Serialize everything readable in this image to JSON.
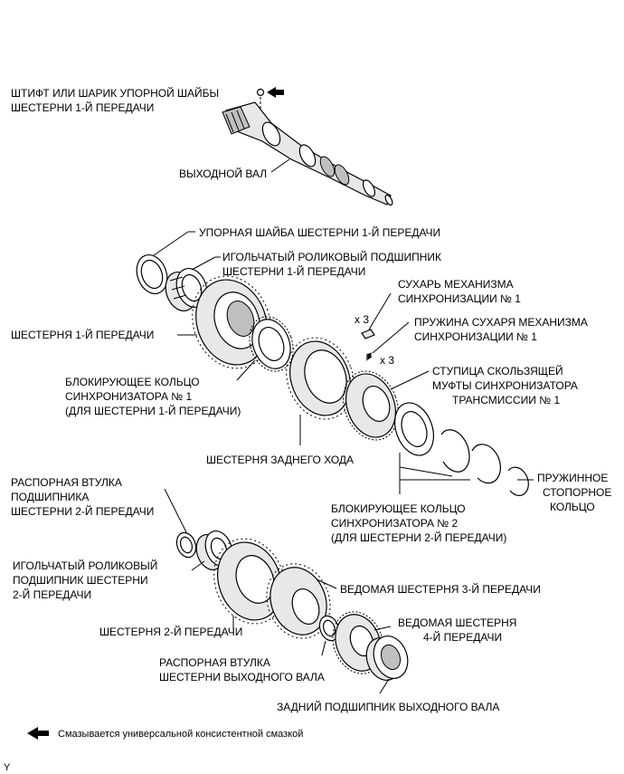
{
  "labels": {
    "pin_or_ball_line1": "ШТИФТ ИЛИ ШАРИК УПОРНОЙ ШАЙБЫ",
    "pin_or_ball_line2": "ШЕСТЕРНИ 1-Й ПЕРЕДАЧИ",
    "output_shaft": "ВЫХОДНОЙ ВАЛ",
    "thrust_washer": "УПОРНАЯ ШАЙБА ШЕСТЕРНИ 1-Й ПЕРЕДАЧИ",
    "needle_bearing_1_line1": "ИГОЛЬЧАТЫЙ РОЛИКОВЫЙ ПОДШИПНИК",
    "needle_bearing_1_line2": "ШЕСТЕРНИ 1-Й ПЕРЕДАЧИ",
    "key_line1": "СУХАРЬ МЕХАНИЗМА",
    "key_line2": "СИНХРОНИЗАЦИИ № 1",
    "key_qty": "x 3",
    "key_spring_line1": "ПРУЖИНА СУХАРЯ МЕХАНИЗМА",
    "key_spring_line2": "СИНХРОНИЗАЦИИ № 1",
    "key_spring_qty": "x 3",
    "gear_1": "ШЕСТЕРНЯ 1-Й ПЕРЕДАЧИ",
    "hub_line1": "СТУПИЦА СКОЛЬЗЯЩЕЙ",
    "hub_line2": "МУФТЫ СИНХРОНИЗАТОРА",
    "hub_line3": "ТРАНСМИССИИ № 1",
    "sync_ring_1_line1": "БЛОКИРУЮЩЕЕ КОЛЬЦО",
    "sync_ring_1_line2": "СИНХРОНИЗАТОРА № 1",
    "sync_ring_1_line3": "(ДЛЯ ШЕСТЕРНИ 1-Й ПЕРЕДАЧИ)",
    "reverse_gear": "ШЕСТЕРНЯ ЗАДНЕГО ХОДА",
    "snap_ring_line1": "ПРУЖИННОЕ",
    "snap_ring_line2": "СТОПОРНОЕ",
    "snap_ring_line3": "КОЛЬЦО",
    "spacer_2_line1": "РАСПОРНАЯ ВТУЛКА",
    "spacer_2_line2": "ПОДШИПНИКА",
    "spacer_2_line3": "ШЕСТЕРНИ 2-Й ПЕРЕДАЧИ",
    "sync_ring_2_line1": "БЛОКИРУЮЩЕЕ КОЛЬЦО",
    "sync_ring_2_line2": "СИНХРОНИЗАТОРА № 2",
    "sync_ring_2_line3": "(ДЛЯ ШЕСТЕРНИ 2-Й ПЕРЕДАЧИ)",
    "needle_bearing_2_line1": "ИГОЛЬЧАТЫЙ РОЛИКОВЫЙ",
    "needle_bearing_2_line2": "ПОДШИПНИК ШЕСТЕРНИ",
    "needle_bearing_2_line3": "2-Й ПЕРЕДАЧИ",
    "driven_gear_3": "ВЕДОМАЯ ШЕСТЕРНЯ 3-Й ПЕРЕДАЧИ",
    "gear_2": "ШЕСТЕРНЯ 2-Й ПЕРЕДАЧИ",
    "driven_gear_4_line1": "ВЕДОМАЯ ШЕСТЕРНЯ",
    "driven_gear_4_line2": "4-Й ПЕРЕДАЧИ",
    "spacer_out_line1": "РАСПОРНАЯ ВТУЛКА",
    "spacer_out_line2": "ШЕСТЕРНИ ВЫХОДНОГО ВАЛА",
    "rear_bearing": "ЗАДНИЙ ПОДШИПНИК ВЫХОДНОГО ВАЛА"
  },
  "legend": {
    "grease_note": "Смазывается универсальной консистентной смазкой"
  },
  "corner_mark": "Y"
}
